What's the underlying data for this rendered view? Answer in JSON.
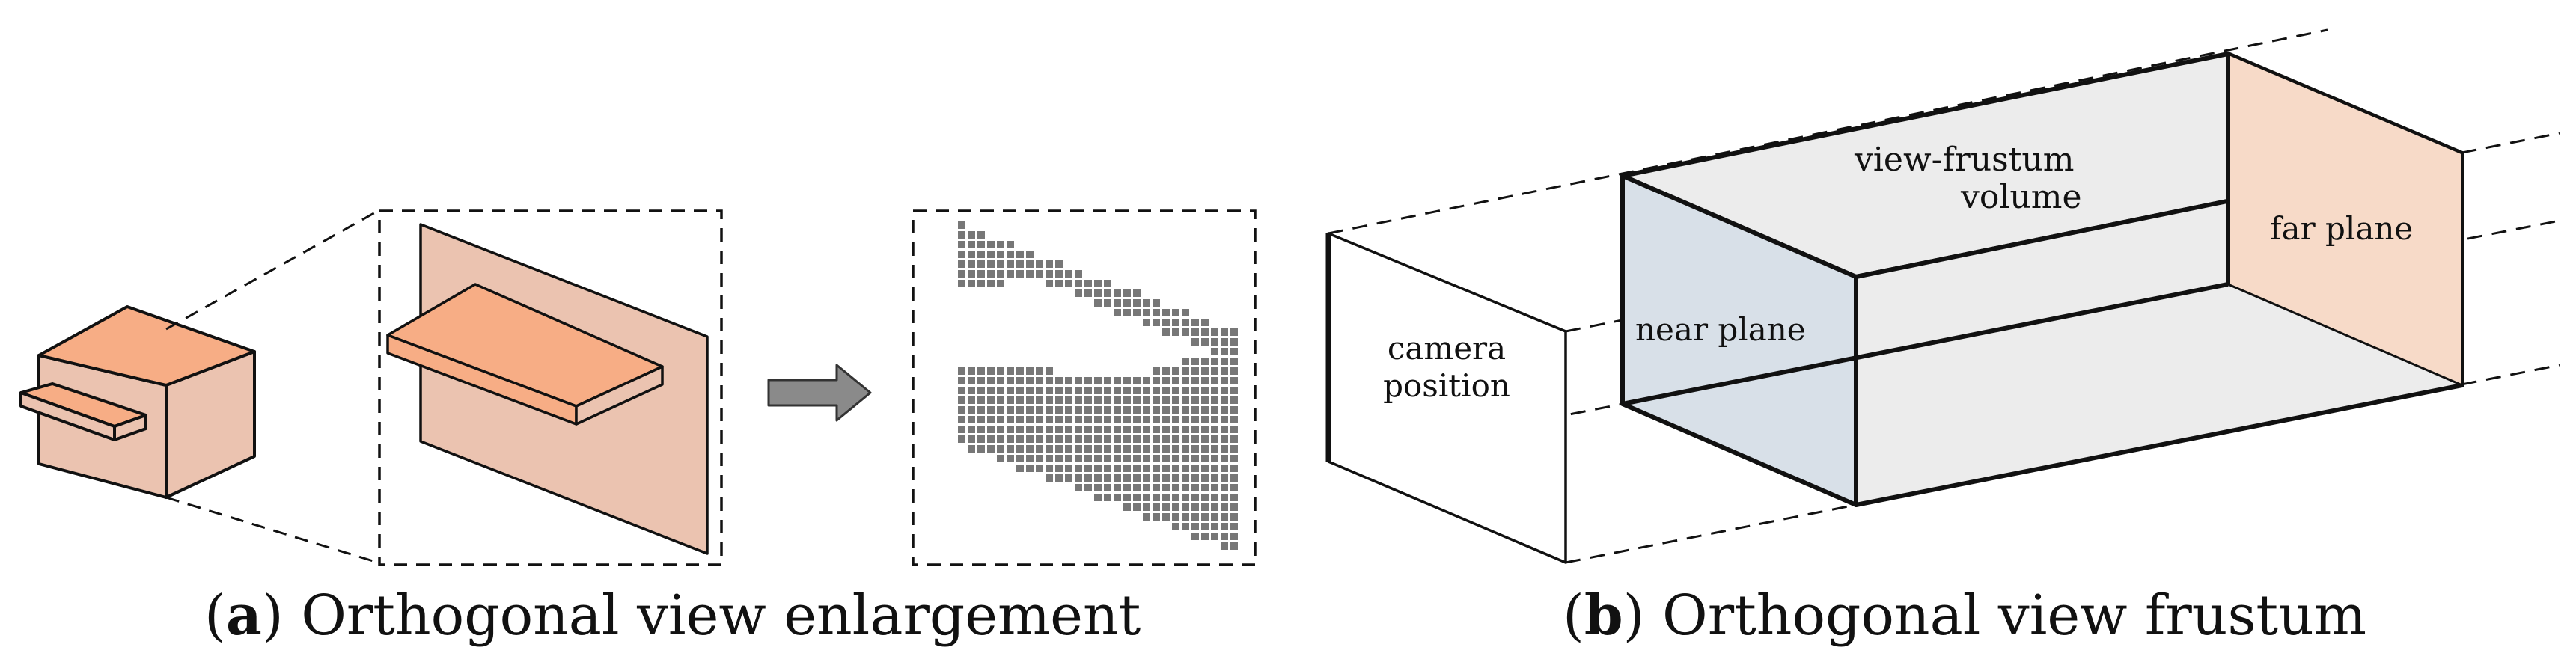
{
  "panel_a": {
    "caption_letter": "a",
    "caption_text": " Orthogonal view enlargement",
    "arrow_color": "#8a8a8a"
  },
  "panel_b": {
    "caption_letter": "b",
    "caption_text": " Orthogonal view frustum",
    "camera_label_line1": "camera",
    "camera_label_line2": "position",
    "near_plane_label": "near plane",
    "far_plane_label": "far plane",
    "volume_label_line1": "view-frustum",
    "volume_label_line2": "volume"
  },
  "colors": {
    "object_top": "#f7ad85",
    "object_side": "#ebc3b0",
    "pixel": "#777777",
    "near_plane": "#d8e0e8",
    "far_plane": "#f7dac8",
    "frustum_face": "#ececec"
  }
}
